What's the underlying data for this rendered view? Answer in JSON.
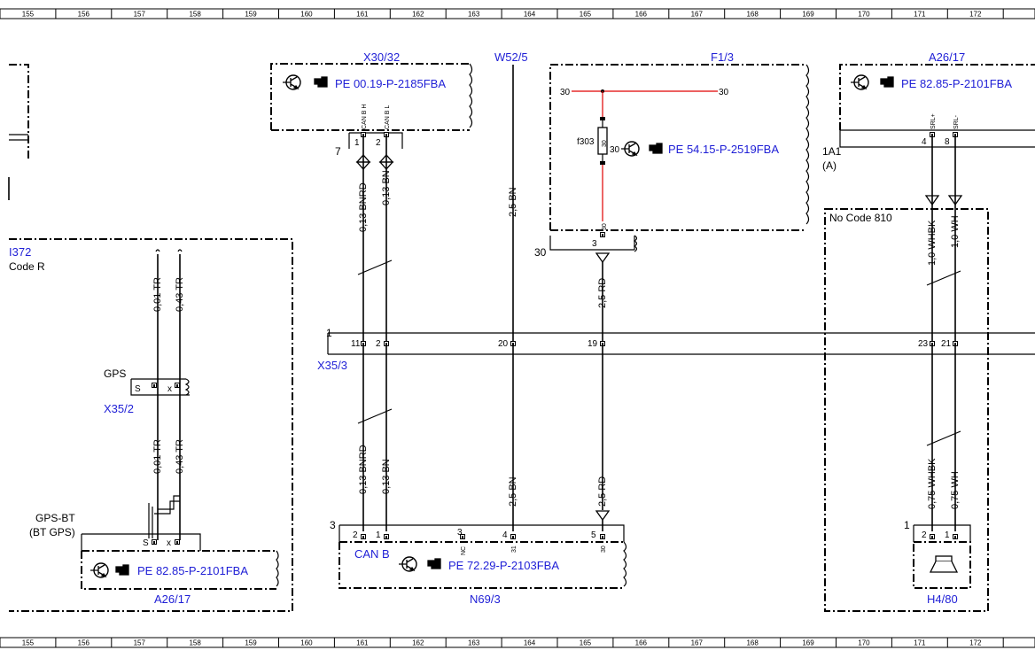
{
  "ruler": {
    "columns": [
      "155",
      "156",
      "157",
      "158",
      "159",
      "160",
      "161",
      "162",
      "163",
      "164",
      "165",
      "166",
      "167",
      "168",
      "169",
      "170",
      "171",
      "172"
    ]
  },
  "components": {
    "x30_32": {
      "id": "X30/32",
      "ref": "PE 00.19-P-2185FBA",
      "pin_labels": [
        "CAN B H",
        "CAN B L"
      ],
      "pins": [
        "1",
        "2"
      ],
      "group": "7"
    },
    "w52_5": {
      "id": "W52/5"
    },
    "f1_3": {
      "id": "F1/3",
      "ref": "PE 54.15-P-2519FBA",
      "fuse": "f303",
      "fuse_value": "30",
      "rail_left": "30",
      "rail_right": "30",
      "pin_bottom": "30",
      "pin_num": "3",
      "group": "30"
    },
    "a26_17_top": {
      "id": "A26/17",
      "ref": "PE 82.85-P-2101FBA",
      "pin_labels": [
        "SRL+",
        "SRL-"
      ],
      "pins": [
        "4",
        "8"
      ],
      "group": "1A1",
      "group_sub": "(A)"
    },
    "left_partial": {
      "id": "I372",
      "code": "Code R"
    },
    "gps": {
      "label": "GPS",
      "id": "X35/2",
      "pin_s": "S",
      "pin_x": "x"
    },
    "gps_bt": {
      "label": "GPS-BT",
      "sub": "(BT GPS)",
      "pin_s": "S",
      "pin_x": "x"
    },
    "a26_17_bot": {
      "id": "A26/17",
      "ref": "PE 82.85-P-2101FBA"
    },
    "x35_3": {
      "id": "X35/3",
      "group": "1",
      "pins": [
        "11",
        "2",
        "20",
        "19",
        "23",
        "21"
      ]
    },
    "n69_3": {
      "id": "N69/3",
      "ref": "PE 72.29-P-2103FBA",
      "bus": "CAN B",
      "group": "3",
      "pins": [
        "2",
        "1",
        "3",
        "4",
        "5"
      ],
      "pin_sub": [
        "NC",
        "31",
        "30"
      ]
    },
    "h4_80": {
      "id": "H4/80",
      "group": "1",
      "pins": [
        "2",
        "1"
      ]
    },
    "no_code": {
      "label": "No Code 810"
    }
  },
  "wires": {
    "bnrd_top": "0,13 BNRD",
    "bn_top": "0,13 BN",
    "bnrd_bot": "0,13 BNRD",
    "bn_bot": "0,13 BN",
    "w52_top": "2,5 BN",
    "w52_bot": "2,5 BN",
    "rd_top": "2,5 RD",
    "rd_bot": "2,5 RD",
    "whbk_top": "1,0 WHBK",
    "wh_top": "1,0 WH",
    "whbk_bot": "0,75 WHBK",
    "wh_bot": "0,75 WH",
    "tr01_top": "0,01 TR",
    "tr43_top": "0,43 TR",
    "tr01_bot": "0,01 TR",
    "tr43_bot": "0,43 TR"
  }
}
